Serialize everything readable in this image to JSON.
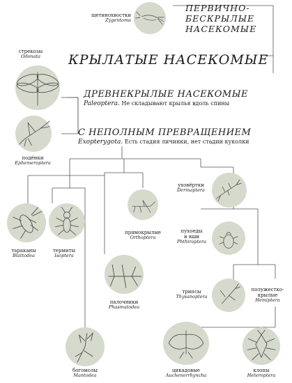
{
  "headings": {
    "apterygota": "ПЕРВИЧНО-\nБЕСКРЫЛЫЕ\nНАСЕКОМЫЕ",
    "pterygota": "КРЫЛАТЫЕ НАСЕКОМЫЕ",
    "paleoptera": {
      "title": "ДРЕВНЕКРЫЛЫЕ НАСЕКОМЫЕ",
      "latin": "Paleoptera.",
      "desc": "Не складывают крылья вдоль спины"
    },
    "exopterygota": {
      "title": "С НЕПОЛНЫМ ПРЕВРАЩЕНИЕМ",
      "latin": "Exopterygota.",
      "desc": "Есть стадия личинки, нет стадии куколки"
    }
  },
  "taxa": [
    {
      "id": "zygentoma",
      "ru": "щетинохвостки",
      "latin": "Zygentoma"
    },
    {
      "id": "odonata",
      "ru": "стрекозы",
      "latin": "Odonata"
    },
    {
      "id": "ephemeroptera",
      "ru": "подёнки",
      "latin": "Ephemeroptera"
    },
    {
      "id": "dermaptera",
      "ru": "уховёртки",
      "latin": "Dermaptera"
    },
    {
      "id": "orthoptera",
      "ru": "прямокрылые",
      "latin": "Orthoptera"
    },
    {
      "id": "blattodea",
      "ru": "тараканы",
      "latin": "Blattodea"
    },
    {
      "id": "isoptera",
      "ru": "термиты",
      "latin": "Isoptera"
    },
    {
      "id": "phthiraptera",
      "ru": "пухоеды\nи вши",
      "latin": "Phthiraptera"
    },
    {
      "id": "phasmatodea",
      "ru": "палочники",
      "latin": "Phasmatodea"
    },
    {
      "id": "thysanoptera",
      "ru": "трипсы",
      "latin": "Thysanoptera"
    },
    {
      "id": "hemiptera",
      "ru": "полужестко-\nкрылые",
      "latin": "Hemiptera"
    },
    {
      "id": "mantodea",
      "ru": "богомолы",
      "latin": "Mantodea"
    },
    {
      "id": "auchenorrhyncha",
      "ru": "цикадовые",
      "latin": "Auchenorrhyncha"
    },
    {
      "id": "heteroptera",
      "ru": "клопы",
      "latin": "Heteroptera"
    }
  ],
  "icons": {
    "zygentoma": "silverfish-icon",
    "odonata": "dragonfly-icon",
    "ephemeroptera": "mayfly-icon",
    "dermaptera": "earwig-icon",
    "orthoptera": "grasshopper-icon",
    "blattodea": "cockroach-icon",
    "isoptera": "termite-icon",
    "phthiraptera": "louse-icon",
    "phasmatodea": "stick-insect-icon",
    "thysanoptera": "thrips-icon",
    "mantodea": "mantis-icon",
    "auchenorrhyncha": "cicada-icon",
    "heteroptera": "true-bug-icon"
  },
  "colors": {
    "circle": "#d6dacd",
    "line": "#555555",
    "ink": "#1a1a1a"
  }
}
